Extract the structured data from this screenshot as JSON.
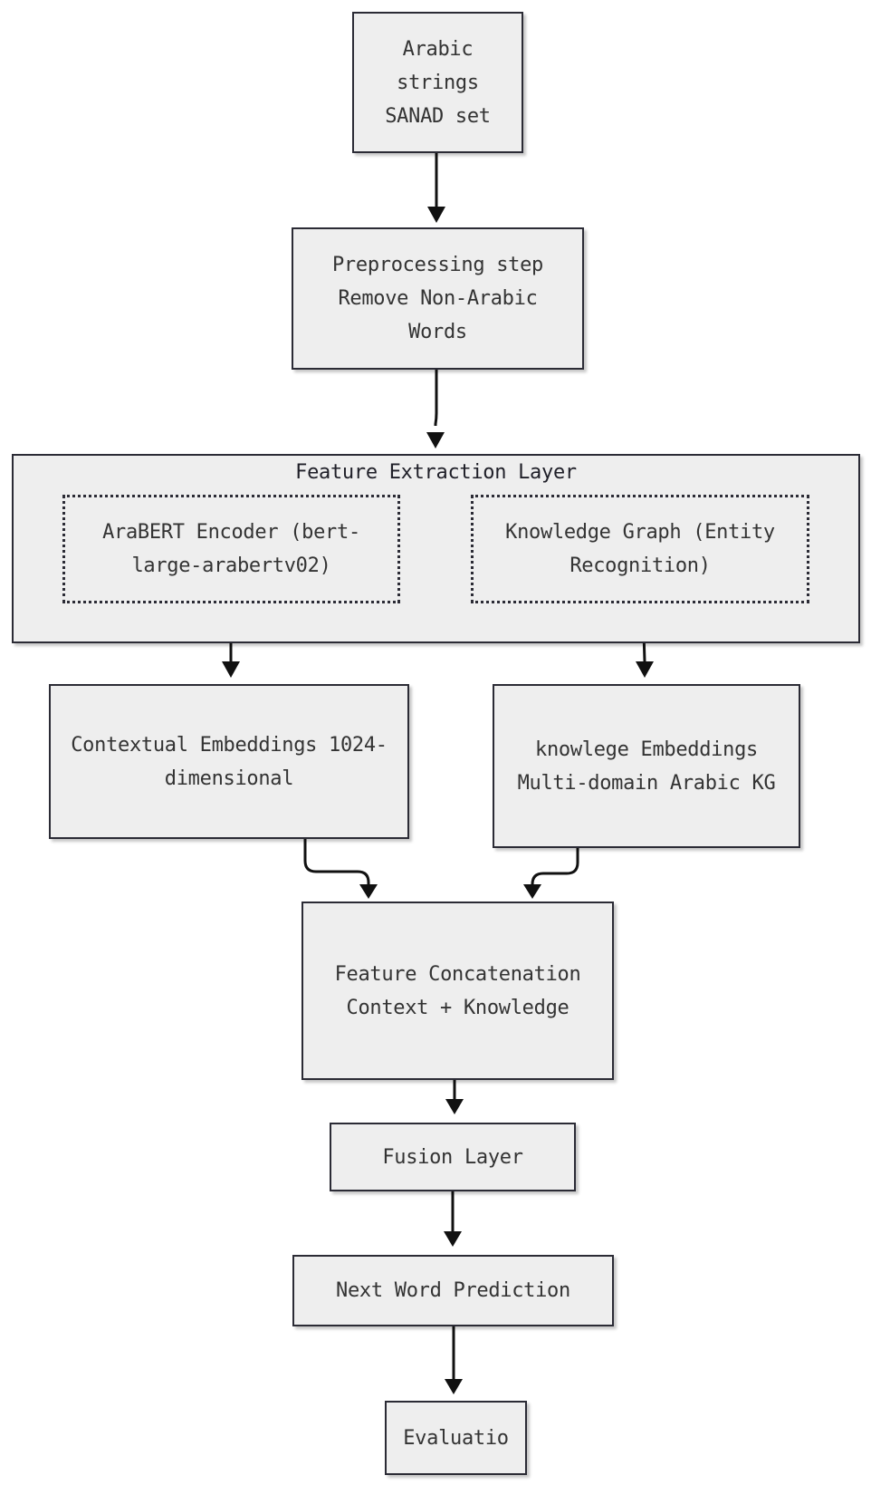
{
  "diagram": {
    "nodes": {
      "input": "Arabic\nstrings\nSANAD set",
      "preprocessing": "Preprocessing step\nRemove Non-Arabic\nWords",
      "arabert": "AraBERT Encoder (bert-\nlarge-arabertv02)",
      "kg": "Knowledge Graph (Entity\nRecognition)",
      "contextual": "Contextual Embeddings 1024-\ndimensional",
      "knowledge_emb": "knowlege Embeddings\nMulti-domain Arabic KG",
      "concat": "Feature Concatenation\nContext + Knowledge",
      "fusion": "Fusion Layer",
      "prediction": "Next Word Prediction",
      "evaluation": "Evaluatio"
    },
    "cluster_title": "Feature Extraction Layer",
    "edges": [
      {
        "from": "input",
        "to": "preprocessing"
      },
      {
        "from": "preprocessing",
        "to": "feature_extraction"
      },
      {
        "from": "arabert",
        "to": "contextual"
      },
      {
        "from": "kg",
        "to": "knowledge_emb"
      },
      {
        "from": "contextual",
        "to": "concat"
      },
      {
        "from": "knowledge_emb",
        "to": "concat"
      },
      {
        "from": "concat",
        "to": "fusion"
      },
      {
        "from": "fusion",
        "to": "prediction"
      },
      {
        "from": "prediction",
        "to": "evaluation"
      }
    ]
  }
}
